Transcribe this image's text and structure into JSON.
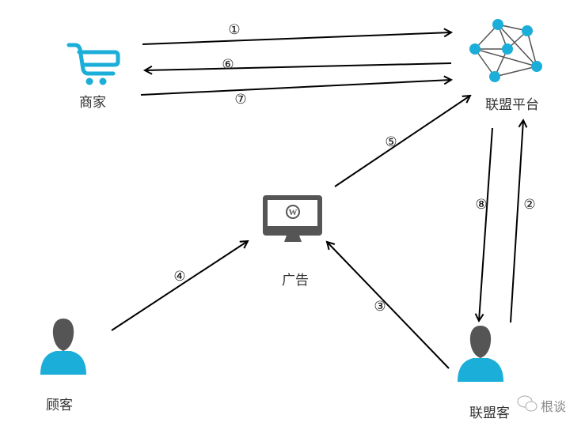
{
  "nodes": {
    "merchant": {
      "label": "商家",
      "icon": "shopping-cart-icon"
    },
    "platform": {
      "label": "联盟平台",
      "icon": "network-icon"
    },
    "ad": {
      "label": "广告",
      "icon": "monitor-wordpress-icon"
    },
    "customer": {
      "label": "顾客",
      "icon": "user-icon"
    },
    "affiliate": {
      "label": "联盟客",
      "icon": "user-icon"
    }
  },
  "edges": [
    {
      "id": "1",
      "label": "①",
      "from": "merchant",
      "to": "platform"
    },
    {
      "id": "2",
      "label": "②",
      "from": "affiliate",
      "to": "platform"
    },
    {
      "id": "3",
      "label": "③",
      "from": "affiliate",
      "to": "ad"
    },
    {
      "id": "4",
      "label": "④",
      "from": "customer",
      "to": "ad"
    },
    {
      "id": "5",
      "label": "⑤",
      "from": "ad",
      "to": "platform"
    },
    {
      "id": "6",
      "label": "⑥",
      "from": "platform",
      "to": "merchant"
    },
    {
      "id": "7",
      "label": "⑦",
      "from": "merchant",
      "to": "platform"
    },
    {
      "id": "8",
      "label": "⑧",
      "from": "platform",
      "to": "affiliate"
    }
  ],
  "watermark": {
    "text": "根谈",
    "icon": "wechat-icon"
  },
  "colors": {
    "accent": "#1aaed9",
    "dark": "#555555",
    "arrow": "#000000"
  }
}
